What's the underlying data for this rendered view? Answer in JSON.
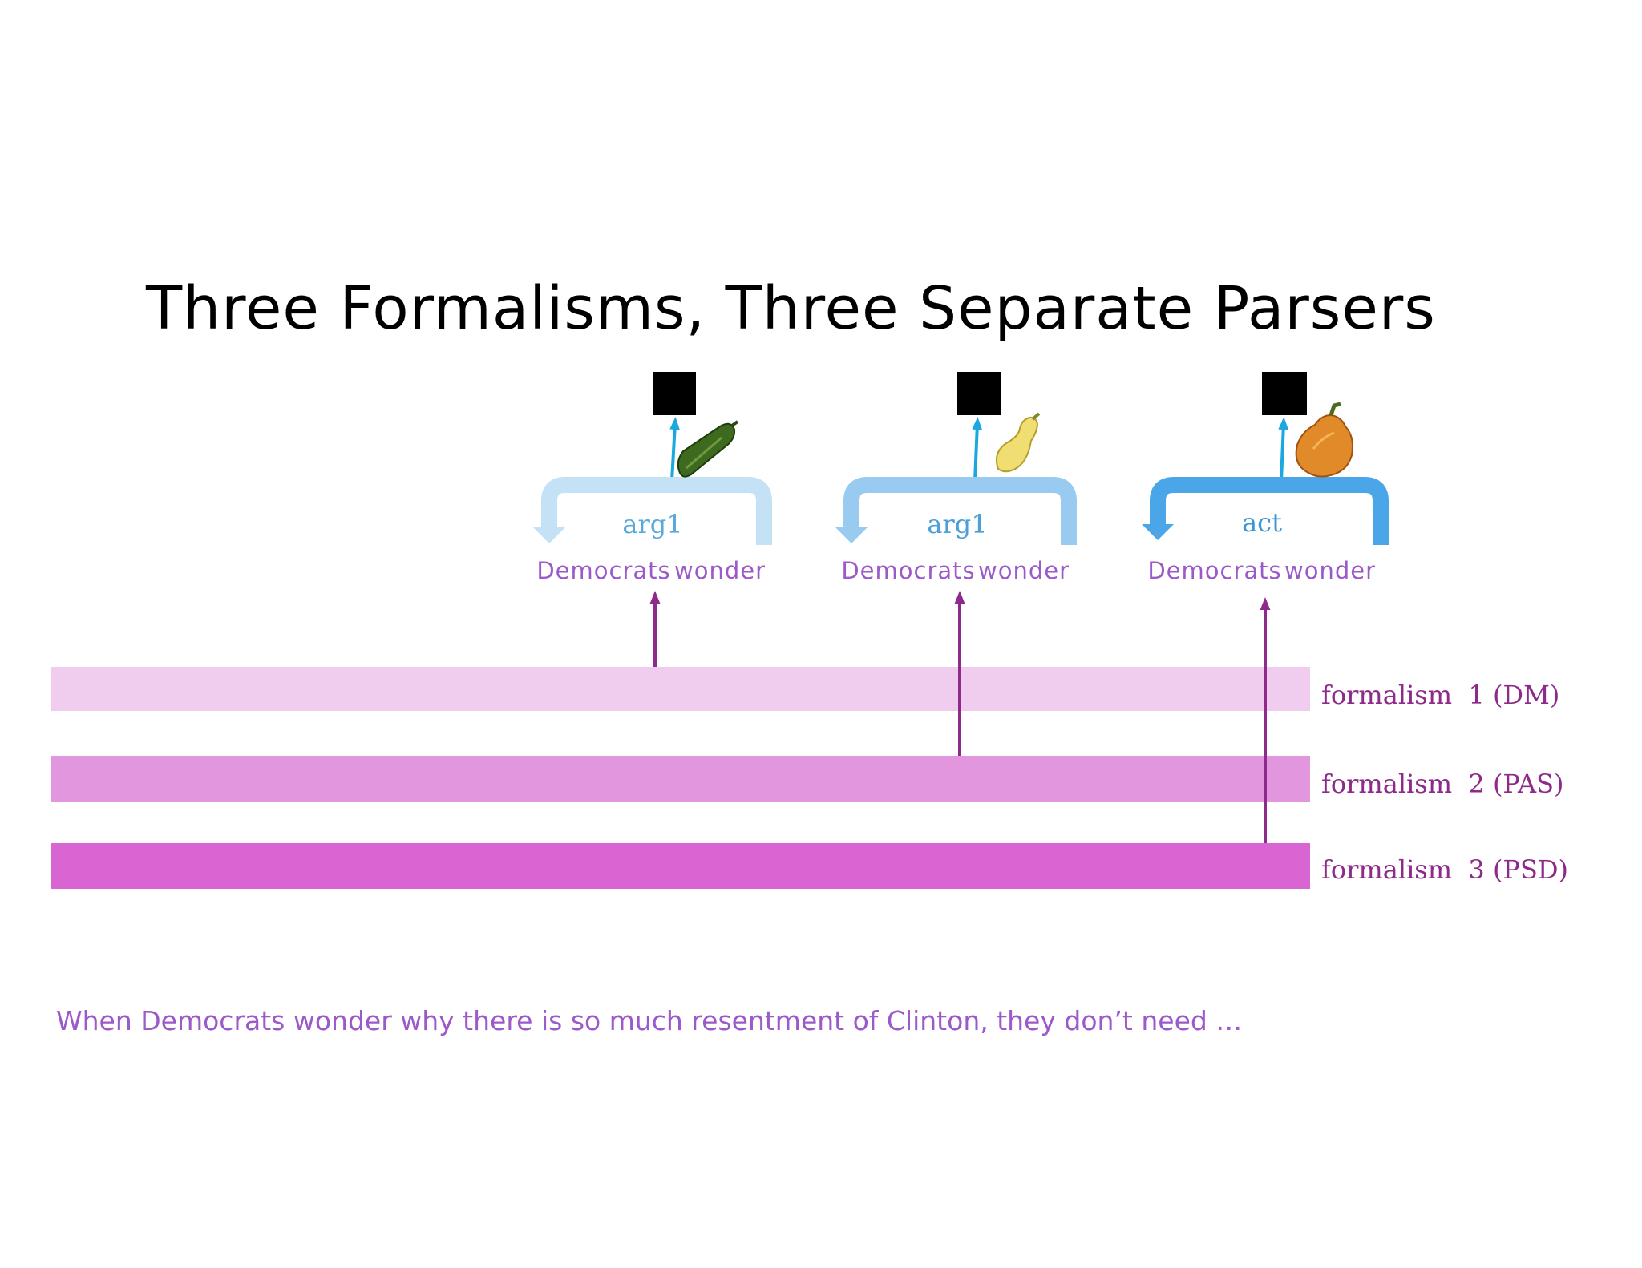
{
  "title": "Three Formalisms, Three Separate Parsers",
  "colors": {
    "bracket_1": "#c4e1f6",
    "bracket_2": "#98cbef",
    "bracket_3": "#4aa6e8",
    "pointer": "#1ba8de",
    "word_text": "#9b59c9",
    "edge_label_1": "#5aa9dd",
    "edge_label_2": "#4c9fd8",
    "edge_label_3": "#3d96d6",
    "connector": "#8e2a8a",
    "layer_1": "#f0cdee",
    "layer_2": "#e296dd",
    "layer_3": "#d865d2",
    "layer_label": "#8e2a8a",
    "node_box": "#000000"
  },
  "parses": [
    {
      "edge_label": "arg1",
      "words": [
        "Democrats",
        "wonder"
      ],
      "icon": "zucchini-icon"
    },
    {
      "edge_label": "arg1",
      "words": [
        "Democrats",
        "wonder"
      ],
      "icon": "yellow-squash-icon"
    },
    {
      "edge_label": "act",
      "words": [
        "Democrats",
        "wonder"
      ],
      "icon": "butternut-squash-icon"
    }
  ],
  "layers": [
    {
      "label": "formalism  1 (DM)"
    },
    {
      "label": "formalism  2 (PAS)"
    },
    {
      "label": "formalism  3 (PSD)"
    }
  ],
  "caption": "When Democrats wonder why there is so much resentment of Clinton, they don’t need …"
}
